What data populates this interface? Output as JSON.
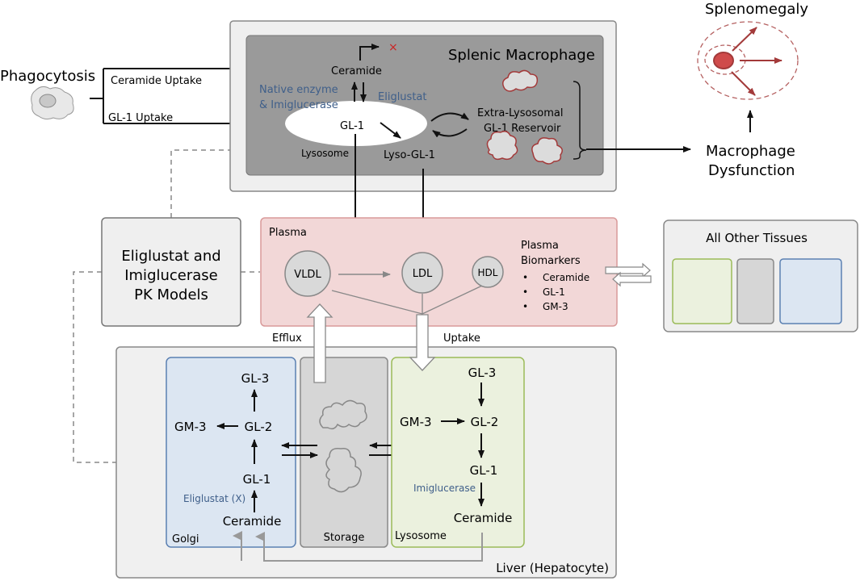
{
  "title": "Mechanistic model of Gaucher disease: Eliglustat and Imiglucerase",
  "colors": {
    "spleen_outer": "#efefef",
    "spleen_inner": "#9a9a9a",
    "plasma_fill": "#f2d7d7",
    "plasma_border": "#d99a9a",
    "golgi_fill": "#dce6f2",
    "golgi_border": "#5b80b2",
    "storage_fill": "#d6d6d6",
    "lysosome_fill": "#ebf1de",
    "lysosome_border": "#9bbb59",
    "liver_fill": "#f0f0f0",
    "enzyme_text": "#3f5f8a",
    "spleen_red": "#a33a3a"
  },
  "phagocytosis": {
    "label": "Phagocytosis",
    "ceramide_uptake": "Ceramide Uptake",
    "gl1_uptake": "GL-1 Uptake"
  },
  "splenic_macrophage": {
    "title": "Splenic Macrophage",
    "ceramide": "Ceramide",
    "enzyme_line1": "Native enzyme",
    "enzyme_line2": "& Imiglucerase",
    "eliglustat": "Eliglustat",
    "gl1": "GL-1",
    "lysosome": "Lysosome",
    "lyso_gl1": "Lyso-GL-1",
    "reservoir_line1": "Extra-Lysosomal",
    "reservoir_line2": "GL-1 Reservoir",
    "blocked_mark": "×"
  },
  "outcomes": {
    "splenomegaly": "Splenomegaly",
    "dysfunction_line1": "Macrophage",
    "dysfunction_line2": "Dysfunction"
  },
  "pk_models": {
    "line1": "Eliglustat and",
    "line2": "Imiglucerase",
    "line3": "PK Models"
  },
  "plasma": {
    "title": "Plasma",
    "vldl": "VLDL",
    "ldl": "LDL",
    "hdl": "HDL",
    "biomarkers_line1": "Plasma",
    "biomarkers_line2": "Biomarkers",
    "biomarkers": [
      "Ceramide",
      "GL-1",
      "GM-3"
    ],
    "bullet": "•",
    "efflux": "Efflux",
    "uptake": "Uptake"
  },
  "other_tissues": {
    "title": "All Other Tissues"
  },
  "liver": {
    "title": "Liver (Hepatocyte)",
    "golgi": {
      "label": "Golgi",
      "gl3": "GL-3",
      "gm3": "GM-3",
      "gl2": "GL-2",
      "gl1": "GL-1",
      "ceramide": "Ceramide",
      "inhibitor": "Eliglustat (X)"
    },
    "storage": {
      "label": "Storage"
    },
    "lysosome": {
      "label": "Lysosome",
      "gl3": "GL-3",
      "gm3": "GM-3",
      "gl2": "GL-2",
      "gl1": "GL-1",
      "ceramide": "Ceramide",
      "enzyme": "Imiglucerase"
    }
  }
}
